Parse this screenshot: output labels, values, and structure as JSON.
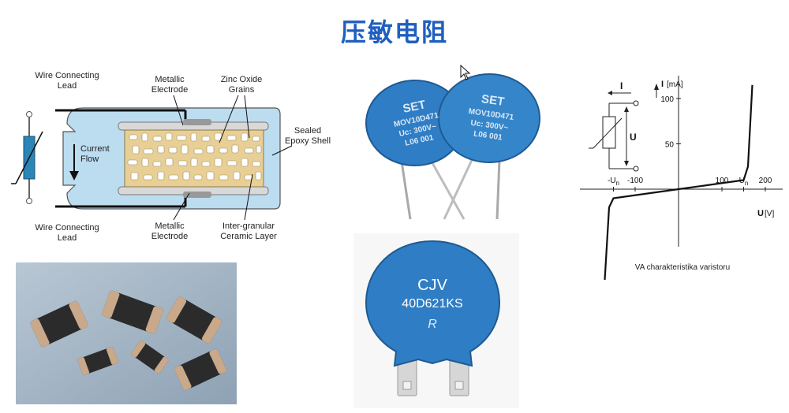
{
  "title": "压敏电阻",
  "diagram": {
    "wire_lead_top": [
      "Wire Connecting",
      "Lead"
    ],
    "wire_lead_bottom": [
      "Wire Connecting",
      "Lead"
    ],
    "metallic_electrode_top": [
      "Metallic",
      "Electrode"
    ],
    "metallic_electrode_bottom": [
      "Metallic",
      "Electrode"
    ],
    "zinc_oxide": [
      "Zinc Oxide",
      "Grains"
    ],
    "sealed_shell": [
      "Sealed",
      "Epoxy Shell"
    ],
    "intergranular": [
      "Inter-granular",
      "Ceramic Layer"
    ],
    "current_flow": [
      "Current",
      "Flow"
    ]
  },
  "mov_left": [
    "SET",
    "MOV10D471",
    "Uc: 300V~",
    "L06 001"
  ],
  "mov_right": [
    "SET",
    "MOV10D471",
    "Uc: 300V~",
    "L06 001"
  ],
  "big_mov": {
    "line1": "CJV",
    "line2": "40D621KS",
    "mark": "R"
  },
  "va_chart": {
    "caption": "VA charakteristika  varistoru",
    "y_axis_label": "I",
    "y_axis_unit": "[mA]",
    "x_axis_label": "U",
    "x_axis_unit": "[V]",
    "x_ticks": [
      {
        "label": "-U",
        "sub": "n",
        "value": -150
      },
      {
        "label": "-100",
        "value": -100
      },
      {
        "label": "100",
        "value": 100
      },
      {
        "label": "U",
        "sub": "n",
        "value": 150
      },
      {
        "label": "200",
        "value": 200
      }
    ],
    "y_ticks": [
      {
        "label": "100",
        "value": 100
      },
      {
        "label": "50",
        "value": 50
      }
    ],
    "circuit_current": "I",
    "circuit_voltage": "U"
  },
  "colors": {
    "title": "#1f5fbf",
    "mov_blue": "#2f7dc4",
    "ceramic": "#e8cf95"
  }
}
